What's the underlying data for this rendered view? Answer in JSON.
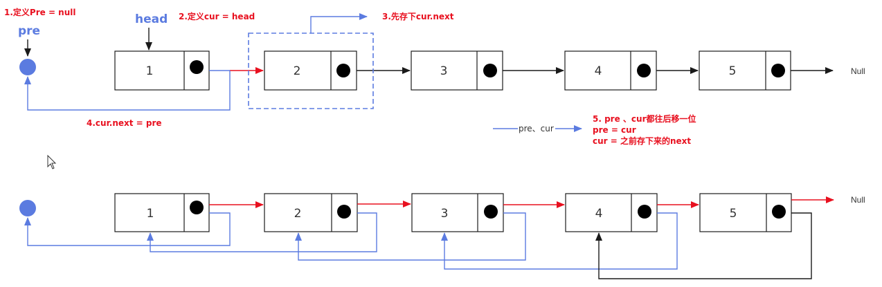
{
  "top": {
    "nodes": [
      "1",
      "2",
      "3",
      "4",
      "5"
    ],
    "null_label": "Null",
    "pre_label": "pre",
    "head_label": "head",
    "steps": {
      "step1": "1.定义Pre = null",
      "step2": "2.定义cur = head",
      "step3": "3.先存下cur.next",
      "step4": "4.cur.next = pre",
      "step5_line1": "5. pre 、cur都往后移一位",
      "step5_line2": "pre = cur",
      "step5_line3": "cur = 之前存下来的next"
    },
    "legend_label": "pre、cur"
  },
  "bottom": {
    "nodes": [
      "1",
      "2",
      "3",
      "4",
      "5"
    ],
    "null_label": "Null"
  },
  "colors": {
    "blue": "#5b7be0",
    "red": "#e8101f",
    "black": "#1a1a1a",
    "dot": "#5b7be0"
  },
  "icons": {
    "cursor": "mouse-pointer-icon"
  }
}
